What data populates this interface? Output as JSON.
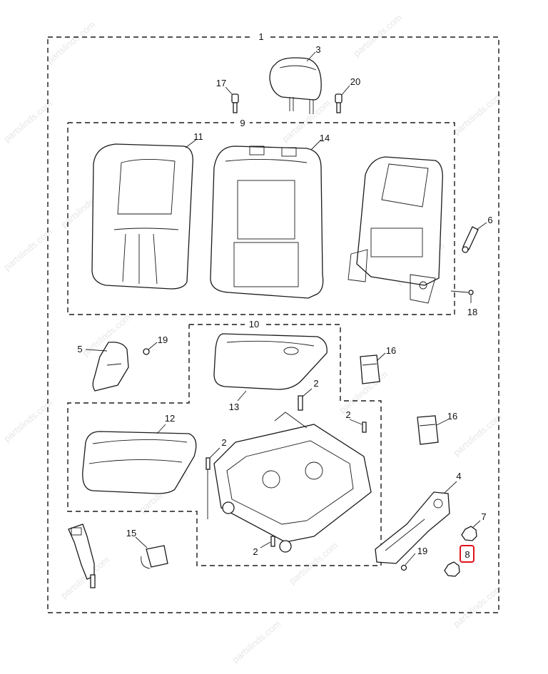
{
  "watermark": "partslinds.com",
  "highlight_color": "#e0121b",
  "callouts": {
    "c1": "1",
    "c2a": "2",
    "c2b": "2",
    "c2c": "2",
    "c2d": "2",
    "c3": "3",
    "c4": "4",
    "c5": "5",
    "c6": "6",
    "c7": "7",
    "c8": "8",
    "c9": "9",
    "c10": "10",
    "c11": "11",
    "c12": "12",
    "c13": "13",
    "c14": "14",
    "c15": "15",
    "c16a": "16",
    "c16b": "16",
    "c17": "17",
    "c18": "18",
    "c19a": "19",
    "c19b": "19",
    "c20": "20"
  }
}
